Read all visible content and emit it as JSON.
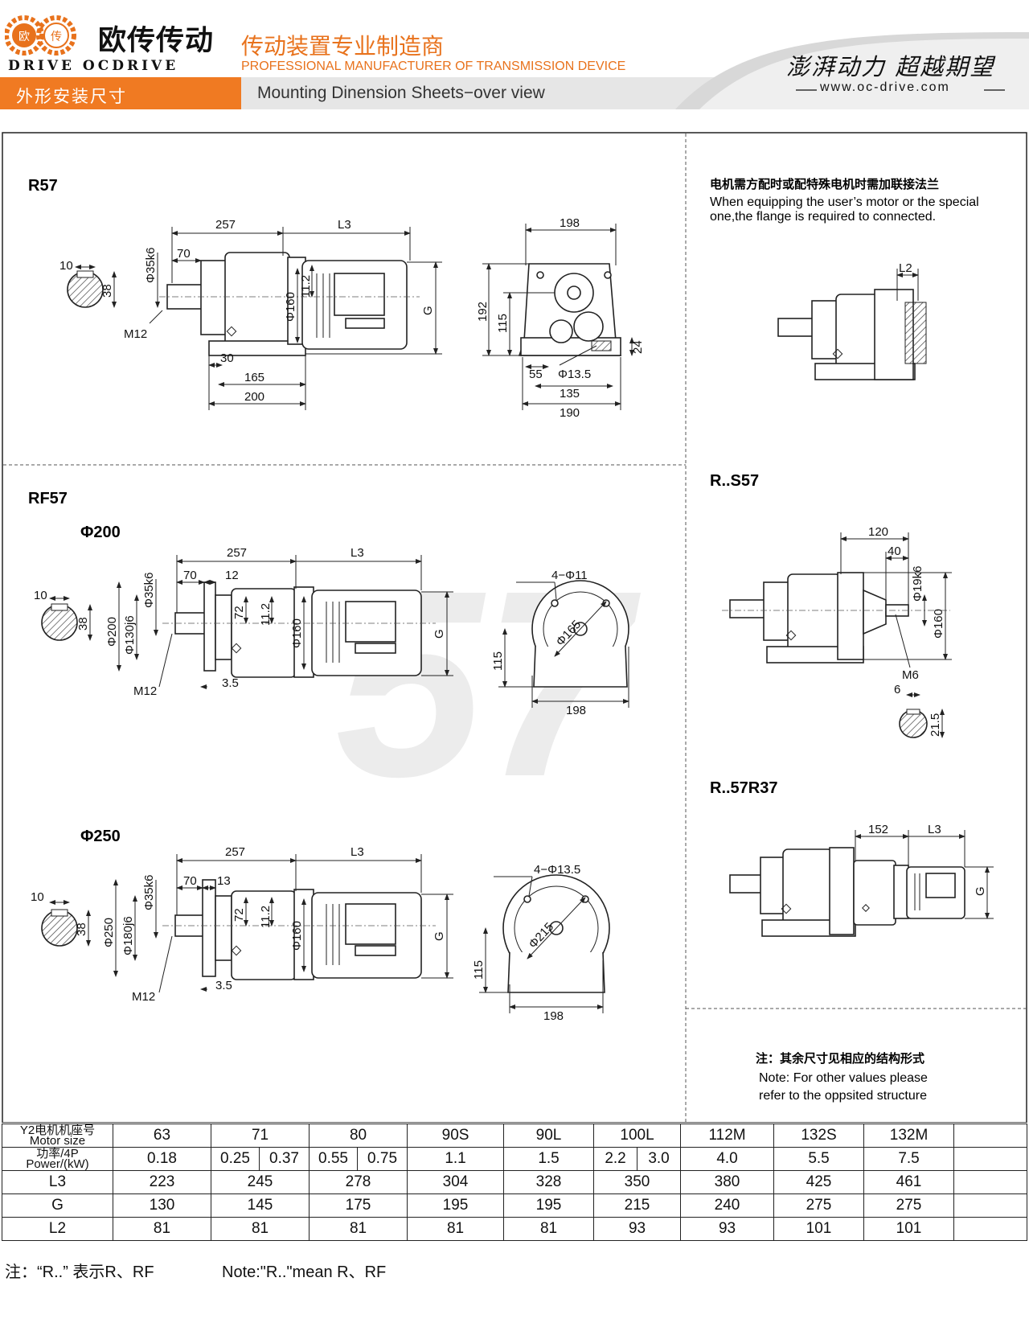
{
  "header": {
    "logo_badge_left": "欧",
    "logo_badge_right": "传",
    "logo_cn": "欧传传动",
    "logo_en": "DRIVE OCDRIVE",
    "slogan_cn": "传动装置专业制造商",
    "slogan_en": "PROFESSIONAL MANUFACTURER OF TRANSMISSION DEVICE",
    "section_cn": "外形安装尺寸",
    "section_en": "Mounting Dinension Sheets−over view",
    "motto": "澎湃动力 超越期望",
    "website": "www.oc-drive.com"
  },
  "watermark": "57",
  "views": {
    "r57": {
      "title": "R57",
      "shaft": {
        "w": "10",
        "h": "38",
        "thread": "M12"
      },
      "side": {
        "d257": "257",
        "dL3": "L3",
        "d70": "70",
        "shaft_dia": "Φ35k6",
        "d160": "Φ160",
        "d11_2": "11.2",
        "dG": "G",
        "d30": "30",
        "d165": "165",
        "d200": "200"
      },
      "end": {
        "d198": "198",
        "d192": "192",
        "d115": "115",
        "d24": "24",
        "d55": "55",
        "hole": "Φ13.5",
        "d135": "135",
        "d190": "190"
      }
    },
    "adapter_note": {
      "cn": "电机需方配时或配特殊电机时需加联接法兰",
      "en1": "When equipping the user’s motor or the special",
      "en2": "one,the flange is required to connected.",
      "dL2": "L2"
    },
    "rf57": {
      "title": "RF57",
      "f200": {
        "title": "Φ200",
        "shaft": {
          "w": "10",
          "h": "38",
          "thread": "M12"
        },
        "d257": "257",
        "dL3": "L3",
        "d70": "70",
        "d12": "12",
        "flange_dia": "Φ200",
        "spigot": "Φ130j6",
        "shaft_dia": "Φ35k6",
        "d72": "72",
        "d11_2": "11.2",
        "d160": "Φ160",
        "dG": "G",
        "d3_5": "3.5",
        "end": {
          "holes": "4−Φ11",
          "pcd": "Φ165",
          "d115": "115",
          "d198": "198"
        }
      },
      "f250": {
        "title": "Φ250",
        "shaft": {
          "w": "10",
          "h": "38",
          "thread": "M12"
        },
        "d257": "257",
        "dL3": "L3",
        "d70": "70",
        "d13": "13",
        "flange_dia": "Φ250",
        "spigot": "Φ180j6",
        "shaft_dia": "Φ35k6",
        "d72": "72",
        "d11_2": "11.2",
        "d160": "Φ160",
        "dG": "G",
        "d3_5": "3.5",
        "end": {
          "holes": "4−Φ13.5",
          "pcd": "Φ215",
          "d115": "115",
          "d198": "198"
        }
      }
    },
    "rs57": {
      "title": "R..S57",
      "d120": "120",
      "d40": "40",
      "shaft_dia": "Φ19k6",
      "d160": "Φ160",
      "thread": "M6",
      "shaft": {
        "w": "6",
        "h": "21.5"
      }
    },
    "r57r37": {
      "title": "R..57R37",
      "d152": "152",
      "dL3": "L3",
      "dG": "G"
    },
    "other_note": {
      "cn": "注：其余尺寸见相应的结构形式",
      "en1": "Note: For other values please",
      "en2": "refer to the oppsited structure"
    }
  },
  "table": {
    "motor_label_cn": "Y2电机机座号",
    "motor_label_en": "Motor size",
    "power_label_cn": "功率/4P",
    "power_label_en": "Power/(kW)",
    "sizes": [
      "63",
      "71",
      "80",
      "90S",
      "90L",
      "100L",
      "112M",
      "132S",
      "132M"
    ],
    "powers": [
      [
        "0.18"
      ],
      [
        "0.25",
        "0.37"
      ],
      [
        "0.55",
        "0.75"
      ],
      [
        "1.1"
      ],
      [
        "1.5"
      ],
      [
        "2.2",
        "3.0"
      ],
      [
        "4.0"
      ],
      [
        "5.5"
      ],
      [
        "7.5"
      ]
    ],
    "rows": [
      {
        "label": "L3",
        "values": [
          "223",
          "245",
          "278",
          "304",
          "328",
          "350",
          "380",
          "425",
          "461"
        ]
      },
      {
        "label": "G",
        "values": [
          "130",
          "145",
          "175",
          "195",
          "195",
          "215",
          "240",
          "275",
          "275"
        ]
      },
      {
        "label": "L2",
        "values": [
          "81",
          "81",
          "81",
          "81",
          "81",
          "93",
          "93",
          "101",
          "101"
        ]
      }
    ]
  },
  "footer": {
    "note_cn": "注：“R..” 表示R、RF",
    "note_en": "Note:\"R..\"mean R、RF"
  }
}
